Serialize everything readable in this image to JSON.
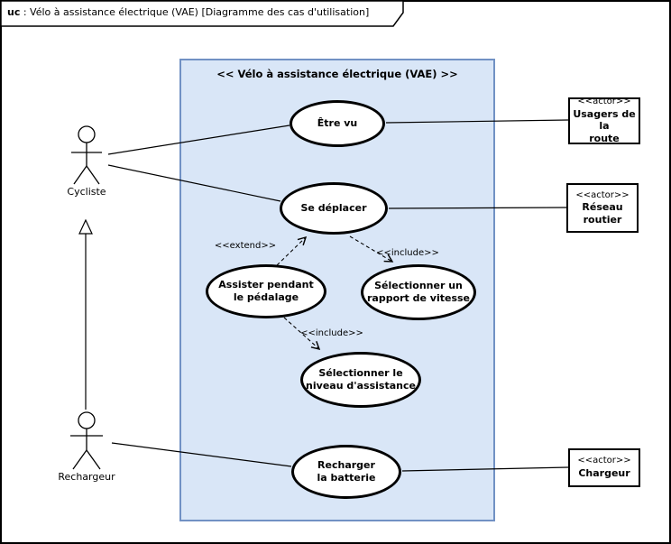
{
  "frame": {
    "title_keyword": "uc",
    "title_rest": " : Vélo à assistance électrique (VAE) [Diagramme des cas d'utilisation]"
  },
  "boundary": {
    "label": "<< Vélo à assistance électrique (VAE) >>",
    "fill_color": "#d9e6f7",
    "border_color": "#7191c4"
  },
  "use_cases": [
    {
      "label": "Être vu"
    },
    {
      "label": "Se déplacer"
    },
    {
      "label": "Assister pendant\nle pédalage"
    },
    {
      "label": "Sélectionner un\nrapport de vitesse"
    },
    {
      "label": "Sélectionner le\nniveau d'assistance"
    },
    {
      "label": "Recharger\nla batterie"
    }
  ],
  "actors": [
    {
      "label": "Cycliste"
    },
    {
      "label": "Rechargeur"
    }
  ],
  "actor_boxes": [
    {
      "stereotype": "<<actor>>",
      "name": "Usagers de la\nroute"
    },
    {
      "stereotype": "<<actor>>",
      "name": "Réseau\nroutier"
    },
    {
      "stereotype": "<<actor>>",
      "name": "Chargeur"
    }
  ],
  "relations": {
    "extend": "<<extend>>",
    "include_rapport": "<<include>>",
    "include_niveau": "<<include>>"
  }
}
